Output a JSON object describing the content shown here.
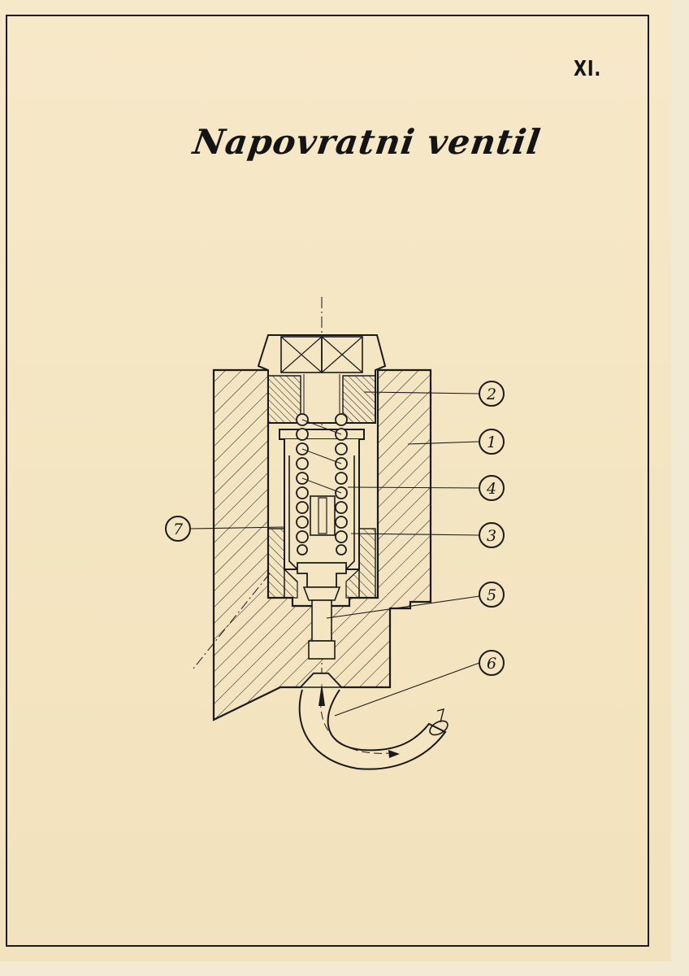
{
  "sheet": {
    "number": "XI.",
    "title": "Napovratni ventil"
  },
  "callouts": [
    "1",
    "2",
    "3",
    "4",
    "5",
    "6",
    "7"
  ],
  "colors": {
    "paper": "#f5e6c3",
    "ink": "#141414"
  }
}
